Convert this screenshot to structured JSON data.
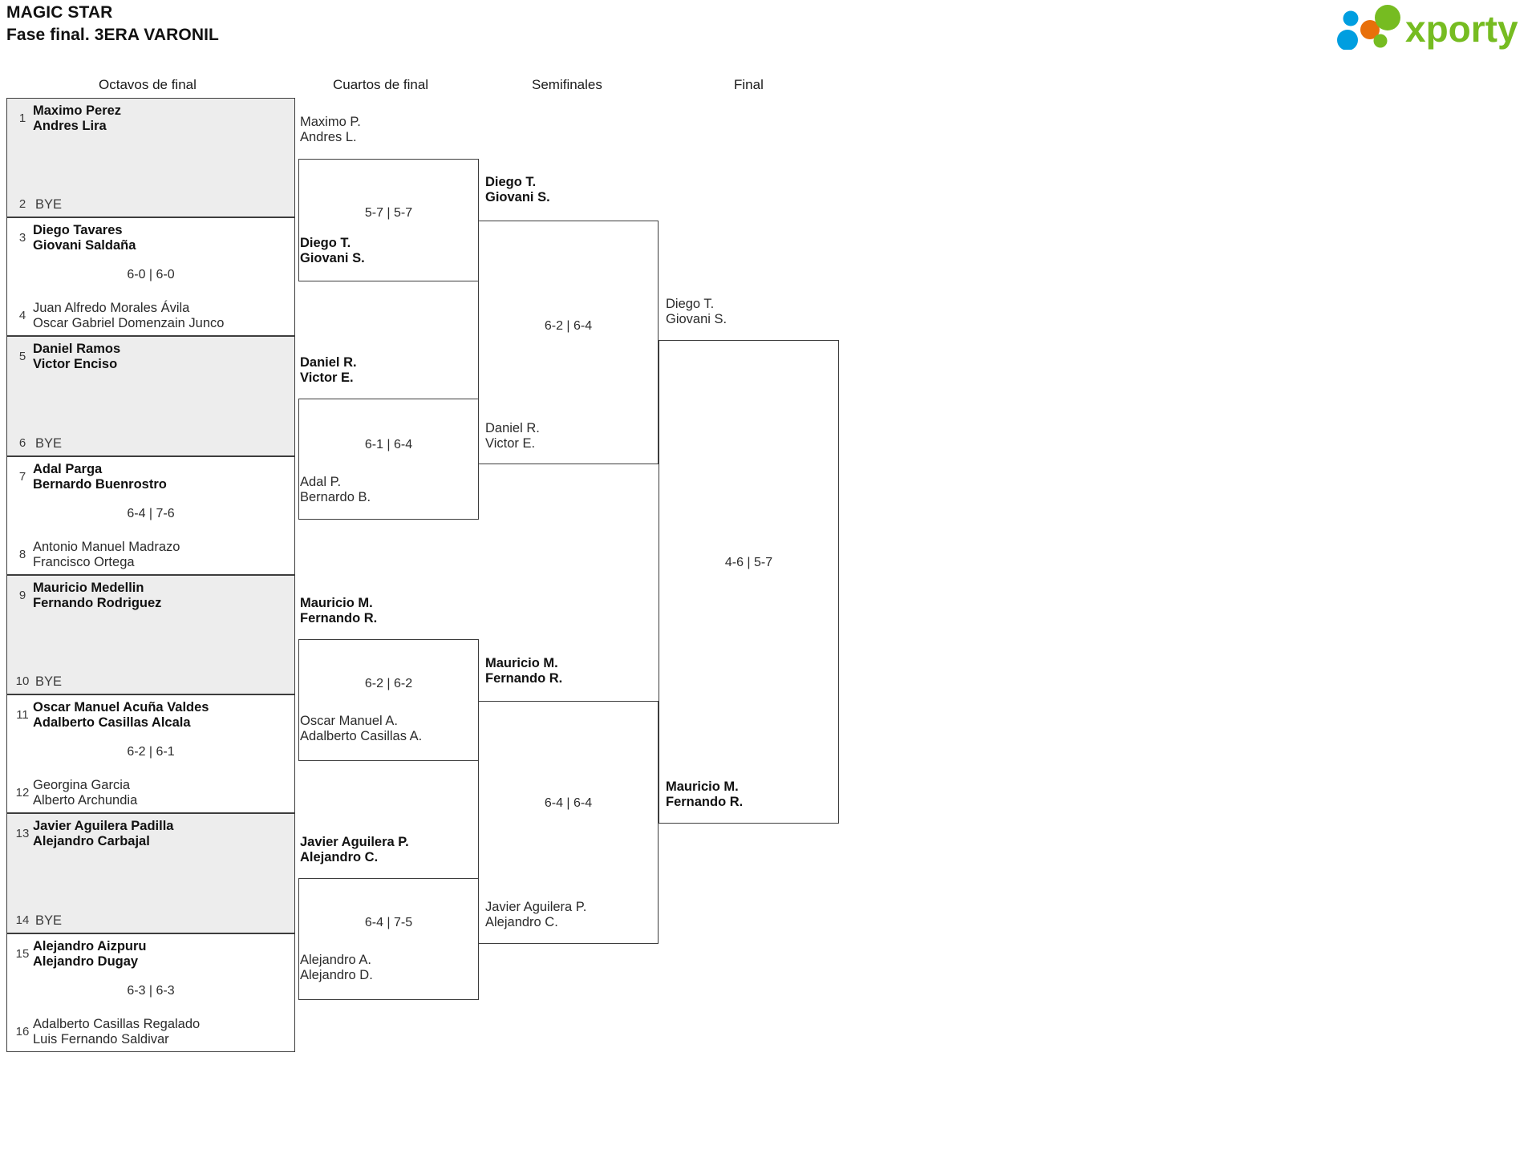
{
  "header": {
    "tournament": "MAGIC STAR",
    "phase": "Fase final. 3ERA VARONIL",
    "logo_text": "xporty",
    "logo_colors": {
      "green": "#76bc21",
      "blue": "#009ee0",
      "orange": "#e8700a"
    }
  },
  "rounds": [
    {
      "label": "Octavos de final"
    },
    {
      "label": "Cuartos de final"
    },
    {
      "label": "Semifinales"
    },
    {
      "label": "Final"
    }
  ],
  "round1": {
    "matches": [
      {
        "top": {
          "seed": "1",
          "line1": "Maximo Perez",
          "line2": "Andres Lira",
          "winner": true,
          "bye": false
        },
        "bottom": {
          "seed": "2",
          "line1": "BYE",
          "line2": "",
          "winner": false,
          "bye": true
        },
        "score": "",
        "shaded": true
      },
      {
        "top": {
          "seed": "3",
          "line1": "Diego Tavares",
          "line2": "Giovani Saldaña",
          "winner": true,
          "bye": false
        },
        "bottom": {
          "seed": "4",
          "line1": "Juan Alfredo Morales Ávila",
          "line2": "Oscar Gabriel Domenzain Junco",
          "winner": false,
          "bye": false
        },
        "score": "6-0 | 6-0",
        "shaded": false
      },
      {
        "top": {
          "seed": "5",
          "line1": "Daniel Ramos",
          "line2": "Victor Enciso",
          "winner": true,
          "bye": false
        },
        "bottom": {
          "seed": "6",
          "line1": "BYE",
          "line2": "",
          "winner": false,
          "bye": true
        },
        "score": "",
        "shaded": true
      },
      {
        "top": {
          "seed": "7",
          "line1": "Adal Parga",
          "line2": "Bernardo Buenrostro",
          "winner": true,
          "bye": false
        },
        "bottom": {
          "seed": "8",
          "line1": "Antonio Manuel Madrazo",
          "line2": "Francisco Ortega",
          "winner": false,
          "bye": false
        },
        "score": "6-4 | 7-6",
        "shaded": false
      },
      {
        "top": {
          "seed": "9",
          "line1": "Mauricio Medellin",
          "line2": "Fernando Rodriguez",
          "winner": true,
          "bye": false
        },
        "bottom": {
          "seed": "10",
          "line1": "BYE",
          "line2": "",
          "winner": false,
          "bye": true
        },
        "score": "",
        "shaded": true
      },
      {
        "top": {
          "seed": "11",
          "line1": "Oscar Manuel Acuña Valdes",
          "line2": "Adalberto Casillas Alcala",
          "winner": true,
          "bye": false
        },
        "bottom": {
          "seed": "12",
          "line1": "Georgina Garcia",
          "line2": "Alberto Archundia",
          "winner": false,
          "bye": false
        },
        "score": "6-2 | 6-1",
        "shaded": false
      },
      {
        "top": {
          "seed": "13",
          "line1": "Javier Aguilera Padilla",
          "line2": "Alejandro Carbajal",
          "winner": true,
          "bye": false
        },
        "bottom": {
          "seed": "14",
          "line1": "BYE",
          "line2": "",
          "winner": false,
          "bye": true
        },
        "score": "",
        "shaded": true
      },
      {
        "top": {
          "seed": "15",
          "line1": "Alejandro Aizpuru",
          "line2": "Alejandro Dugay",
          "winner": true,
          "bye": false
        },
        "bottom": {
          "seed": "16",
          "line1": "Adalberto Casillas Regalado",
          "line2": "Luis Fernando Saldivar",
          "winner": false,
          "bye": false
        },
        "score": "6-3 | 6-3",
        "shaded": false
      }
    ]
  },
  "round2": {
    "matches": [
      {
        "top": {
          "line1": "Maximo P.",
          "line2": "Andres L.",
          "winner": false
        },
        "bottom": {
          "line1": "Diego T.",
          "line2": "Giovani S.",
          "winner": true
        },
        "score": "5-7 | 5-7"
      },
      {
        "top": {
          "line1": "Daniel R.",
          "line2": "Victor E.",
          "winner": true
        },
        "bottom": {
          "line1": "Adal P.",
          "line2": "Bernardo B.",
          "winner": false
        },
        "score": "6-1 | 6-4"
      },
      {
        "top": {
          "line1": "Mauricio M.",
          "line2": "Fernando R.",
          "winner": true
        },
        "bottom": {
          "line1": "Oscar Manuel A.",
          "line2": "Adalberto Casillas A.",
          "winner": false
        },
        "score": "6-2 | 6-2"
      },
      {
        "top": {
          "line1": "Javier Aguilera P.",
          "line2": "Alejandro C.",
          "winner": true
        },
        "bottom": {
          "line1": "Alejandro A.",
          "line2": "Alejandro D.",
          "winner": false
        },
        "score": "6-4 | 7-5"
      }
    ]
  },
  "round3": {
    "matches": [
      {
        "top": {
          "line1": "Diego T.",
          "line2": "Giovani S.",
          "winner": true
        },
        "bottom": {
          "line1": "Daniel R.",
          "line2": "Victor E.",
          "winner": false
        },
        "score": "6-2 | 6-4"
      },
      {
        "top": {
          "line1": "Mauricio M.",
          "line2": "Fernando R.",
          "winner": true
        },
        "bottom": {
          "line1": "Javier Aguilera P.",
          "line2": "Alejandro C.",
          "winner": false
        },
        "score": "6-4 | 6-4"
      }
    ]
  },
  "round4": {
    "matches": [
      {
        "top": {
          "line1": "Diego T.",
          "line2": "Giovani S.",
          "winner": false
        },
        "bottom": {
          "line1": "Mauricio M.",
          "line2": "Fernando R.",
          "winner": true
        },
        "score": "4-6 | 5-7"
      }
    ]
  }
}
